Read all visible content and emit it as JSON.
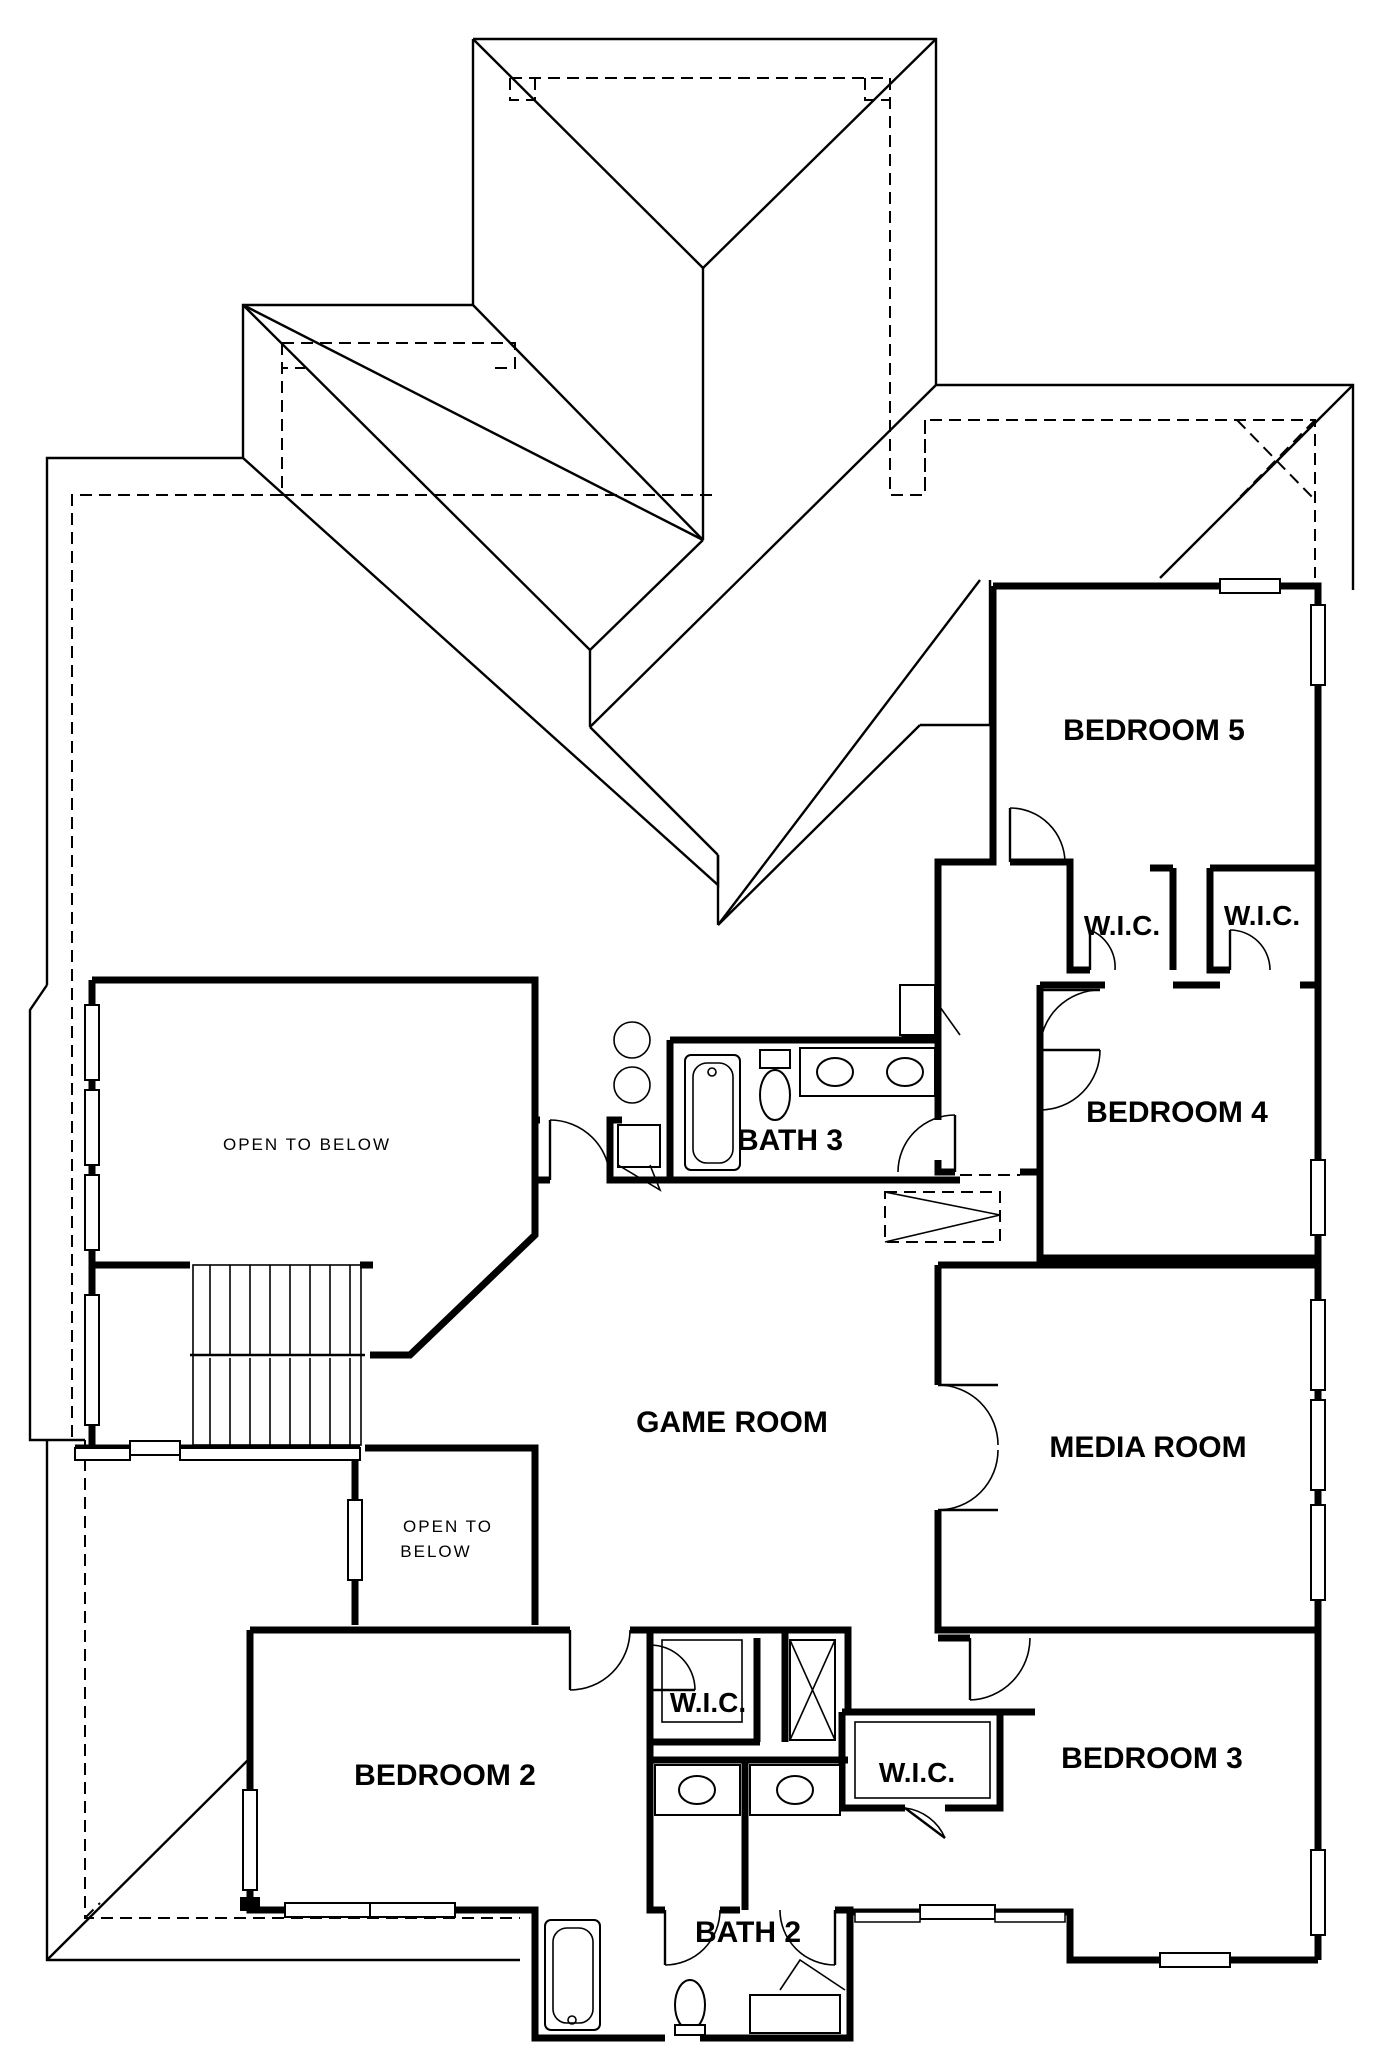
{
  "rooms": {
    "bedroom5": "BEDROOM 5",
    "wic_bed5_a": "W.I.C.",
    "wic_bed5_b": "W.I.C.",
    "bedroom4": "BEDROOM 4",
    "bath3": "BATH 3",
    "open_to_below_main": "OPEN TO BELOW",
    "game_room": "GAME ROOM",
    "media_room": "MEDIA ROOM",
    "open_to_below_small_line1": "OPEN TO",
    "open_to_below_small_line2": "BELOW",
    "wic_bed2": "W.I.C.",
    "wic_bed3": "W.I.C.",
    "bedroom2": "BEDROOM 2",
    "bedroom3": "BEDROOM 3",
    "bath2": "BATH 2"
  }
}
